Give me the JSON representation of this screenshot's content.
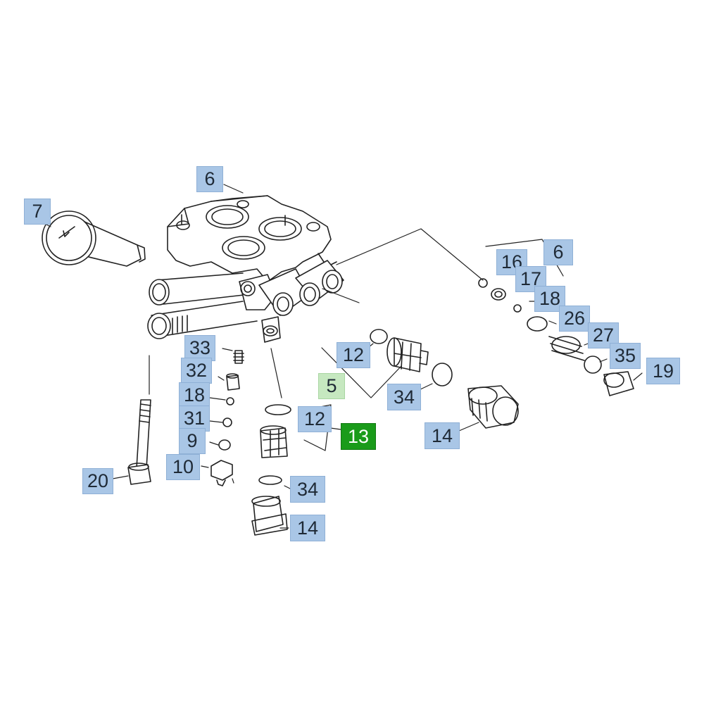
{
  "diagram": {
    "callouts": {
      "c6a": "6",
      "c7": "7",
      "c6b": "6",
      "c16": "16",
      "c17": "17",
      "c18a": "18",
      "c26": "26",
      "c27": "27",
      "c35": "35",
      "c19": "19",
      "c33": "33",
      "c32": "32",
      "c18b": "18",
      "c31": "31",
      "c9": "9",
      "c10": "10",
      "c20": "20",
      "c12a": "12",
      "c5": "5",
      "c34a": "34",
      "c12b": "12",
      "c13": "13",
      "c14a": "14",
      "c34b": "34",
      "c14b": "14"
    },
    "selected_part": "13",
    "colors": {
      "callout_fill": "#a9c6e6",
      "selected_fill": "#1a9b1a",
      "group_fill": "#c6e8c0",
      "line": "#222222"
    }
  }
}
